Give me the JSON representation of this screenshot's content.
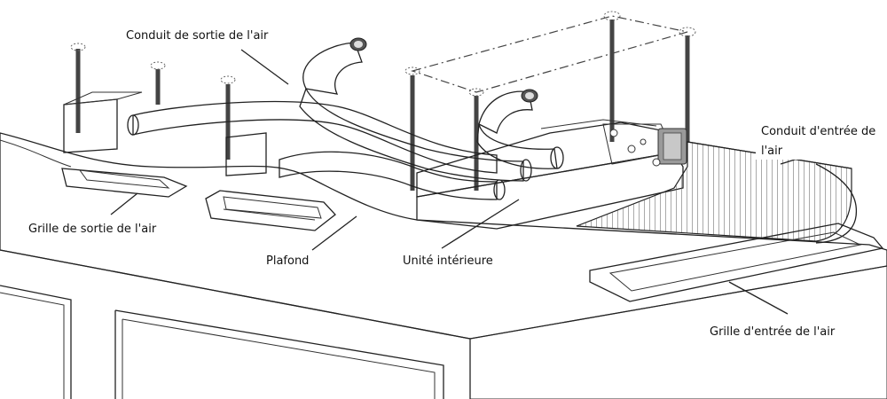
{
  "labels": {
    "conduit_sortie": "Conduit de sortie de l'air",
    "conduit_entree_1": "Conduit d'entrée de",
    "conduit_entree_2": "l'air",
    "grille_sortie": "Grille de sortie de l'air",
    "plafond": "Plafond",
    "unite_interieure": "Unité intérieure",
    "grille_entree": "Grille d'entrée de l'air"
  }
}
